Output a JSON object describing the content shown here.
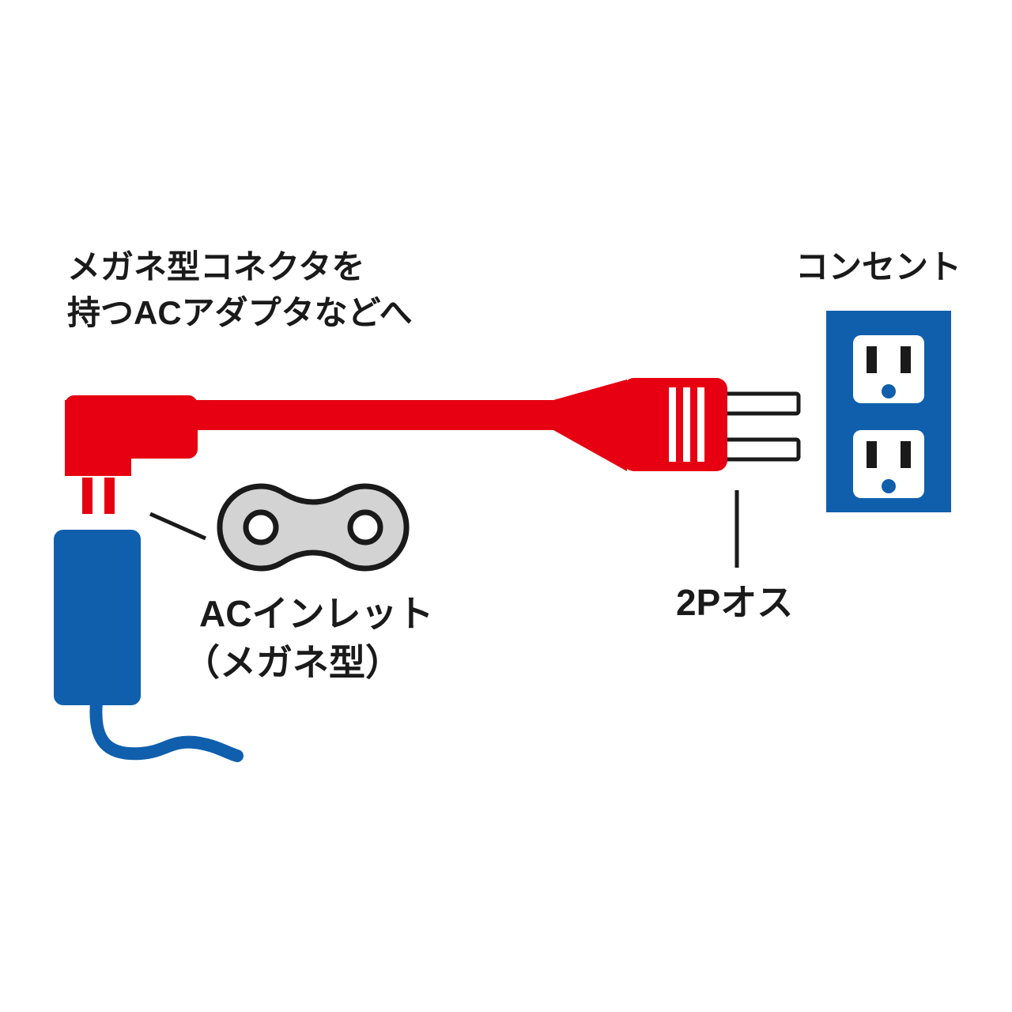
{
  "title": "AC power cord (figure-8 / megane connector) connection diagram",
  "labels": {
    "adapter_note_line1": "メガネ型コネクタを",
    "adapter_note_line2": "持つACアダプタなどへ",
    "outlet_label": "コンセント",
    "inlet_label_line1": "ACインレット",
    "inlet_label_line2": "（メガネ型）",
    "plug_label": "2Pオス"
  },
  "icons": {
    "figure8_connector": "two joined circles (spectacle / megane cross-section) with two pin holes",
    "elbow_connector": "L-shaped right-angle figure-8 plug",
    "plug_2p": "2-pin male AC plug with two flat blades",
    "wall_outlet": "blue wall outlet panel with two white sockets",
    "ac_adapter": "blue AC adapter body with cord"
  },
  "colors": {
    "cable_red": "#e60012",
    "device_blue": "#0f5fad",
    "connector_gray": "#d3d3d3",
    "outline_black": "#1a1a1a",
    "white": "#ffffff",
    "background": "#ffffff"
  }
}
